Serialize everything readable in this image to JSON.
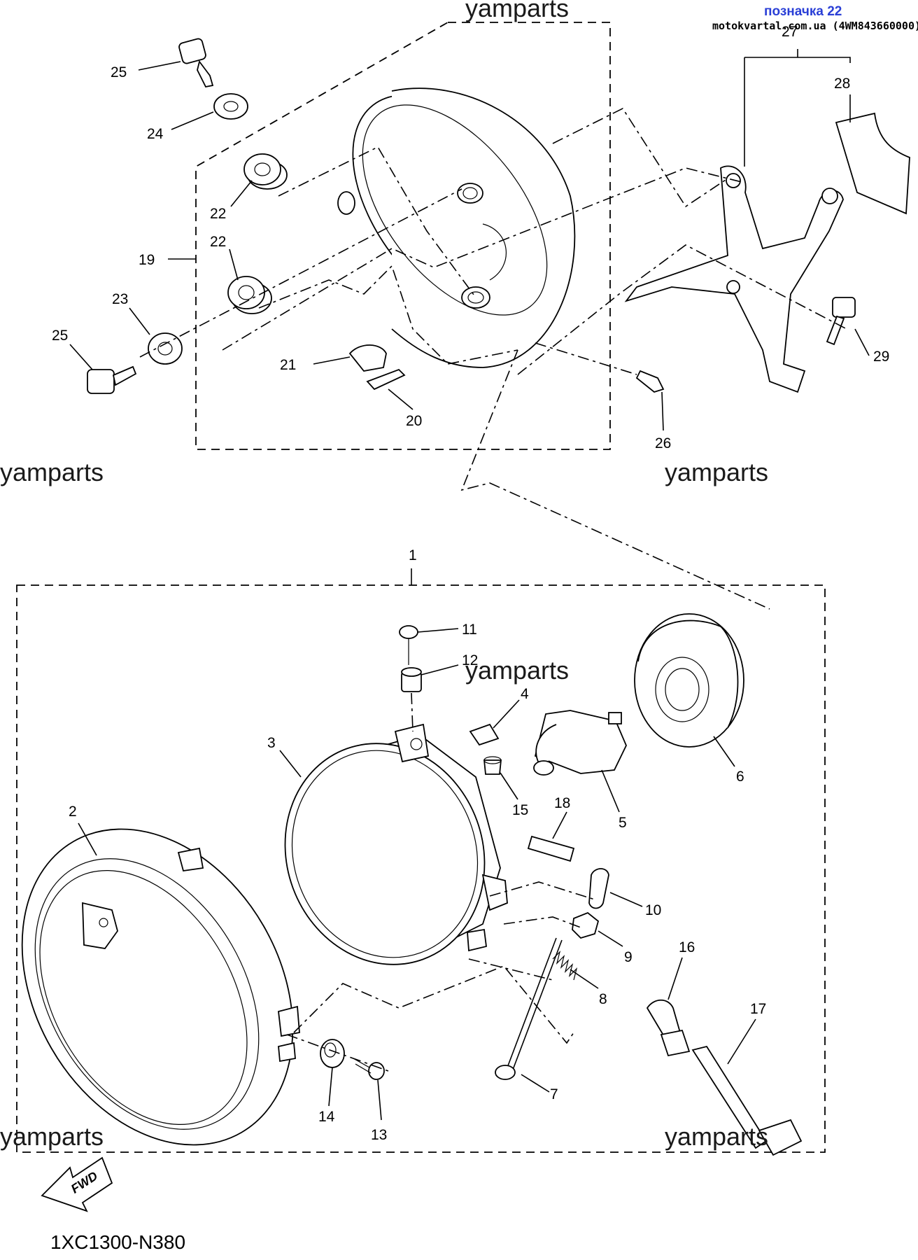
{
  "header": {
    "tag": "позначка 22",
    "source": "motokvartal.com.ua (4WM843660000)"
  },
  "watermark": "yamparts",
  "diagram_code": "1XC1300-N380",
  "fwd_label": "FWD",
  "callouts": {
    "c1": "1",
    "c2": "2",
    "c3": "3",
    "c4": "4",
    "c5": "5",
    "c6": "6",
    "c7": "7",
    "c8": "8",
    "c9": "9",
    "c10": "10",
    "c11": "11",
    "c12": "12",
    "c13": "13",
    "c14": "14",
    "c15": "15",
    "c16": "16",
    "c17": "17",
    "c18": "18",
    "c19": "19",
    "c20": "20",
    "c21": "21",
    "c22a": "22",
    "c22b": "22",
    "c23": "23",
    "c24": "24",
    "c25a": "25",
    "c25b": "25",
    "c26": "26",
    "c27": "27",
    "c28": "28",
    "c29": "29"
  }
}
